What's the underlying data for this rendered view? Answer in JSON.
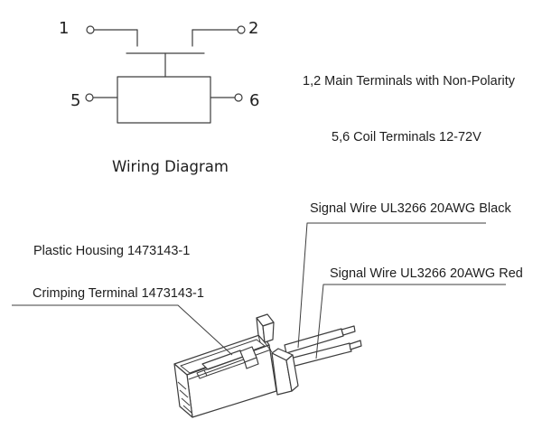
{
  "wiring_diagram": {
    "caption": "Wiring Diagram",
    "terminals": {
      "t1": "1",
      "t2": "2",
      "t5": "5",
      "t6": "6"
    }
  },
  "notes": {
    "main_terminals": "1,2 Main Terminals with Non-Polarity",
    "coil_terminals": "5,6 Coil Terminals 12-72V"
  },
  "part_labels": {
    "signal_wire_black": "Signal Wire UL3266 20AWG Black",
    "signal_wire_red": "Signal Wire UL3266 20AWG Red",
    "plastic_housing": "Plastic Housing 1473143-1",
    "crimping_terminal": "Crimping Terminal 1473143-1"
  },
  "colors": {
    "line_art": "#3d3d3d",
    "text": "#1e1e1e",
    "background": "#ffffff"
  }
}
